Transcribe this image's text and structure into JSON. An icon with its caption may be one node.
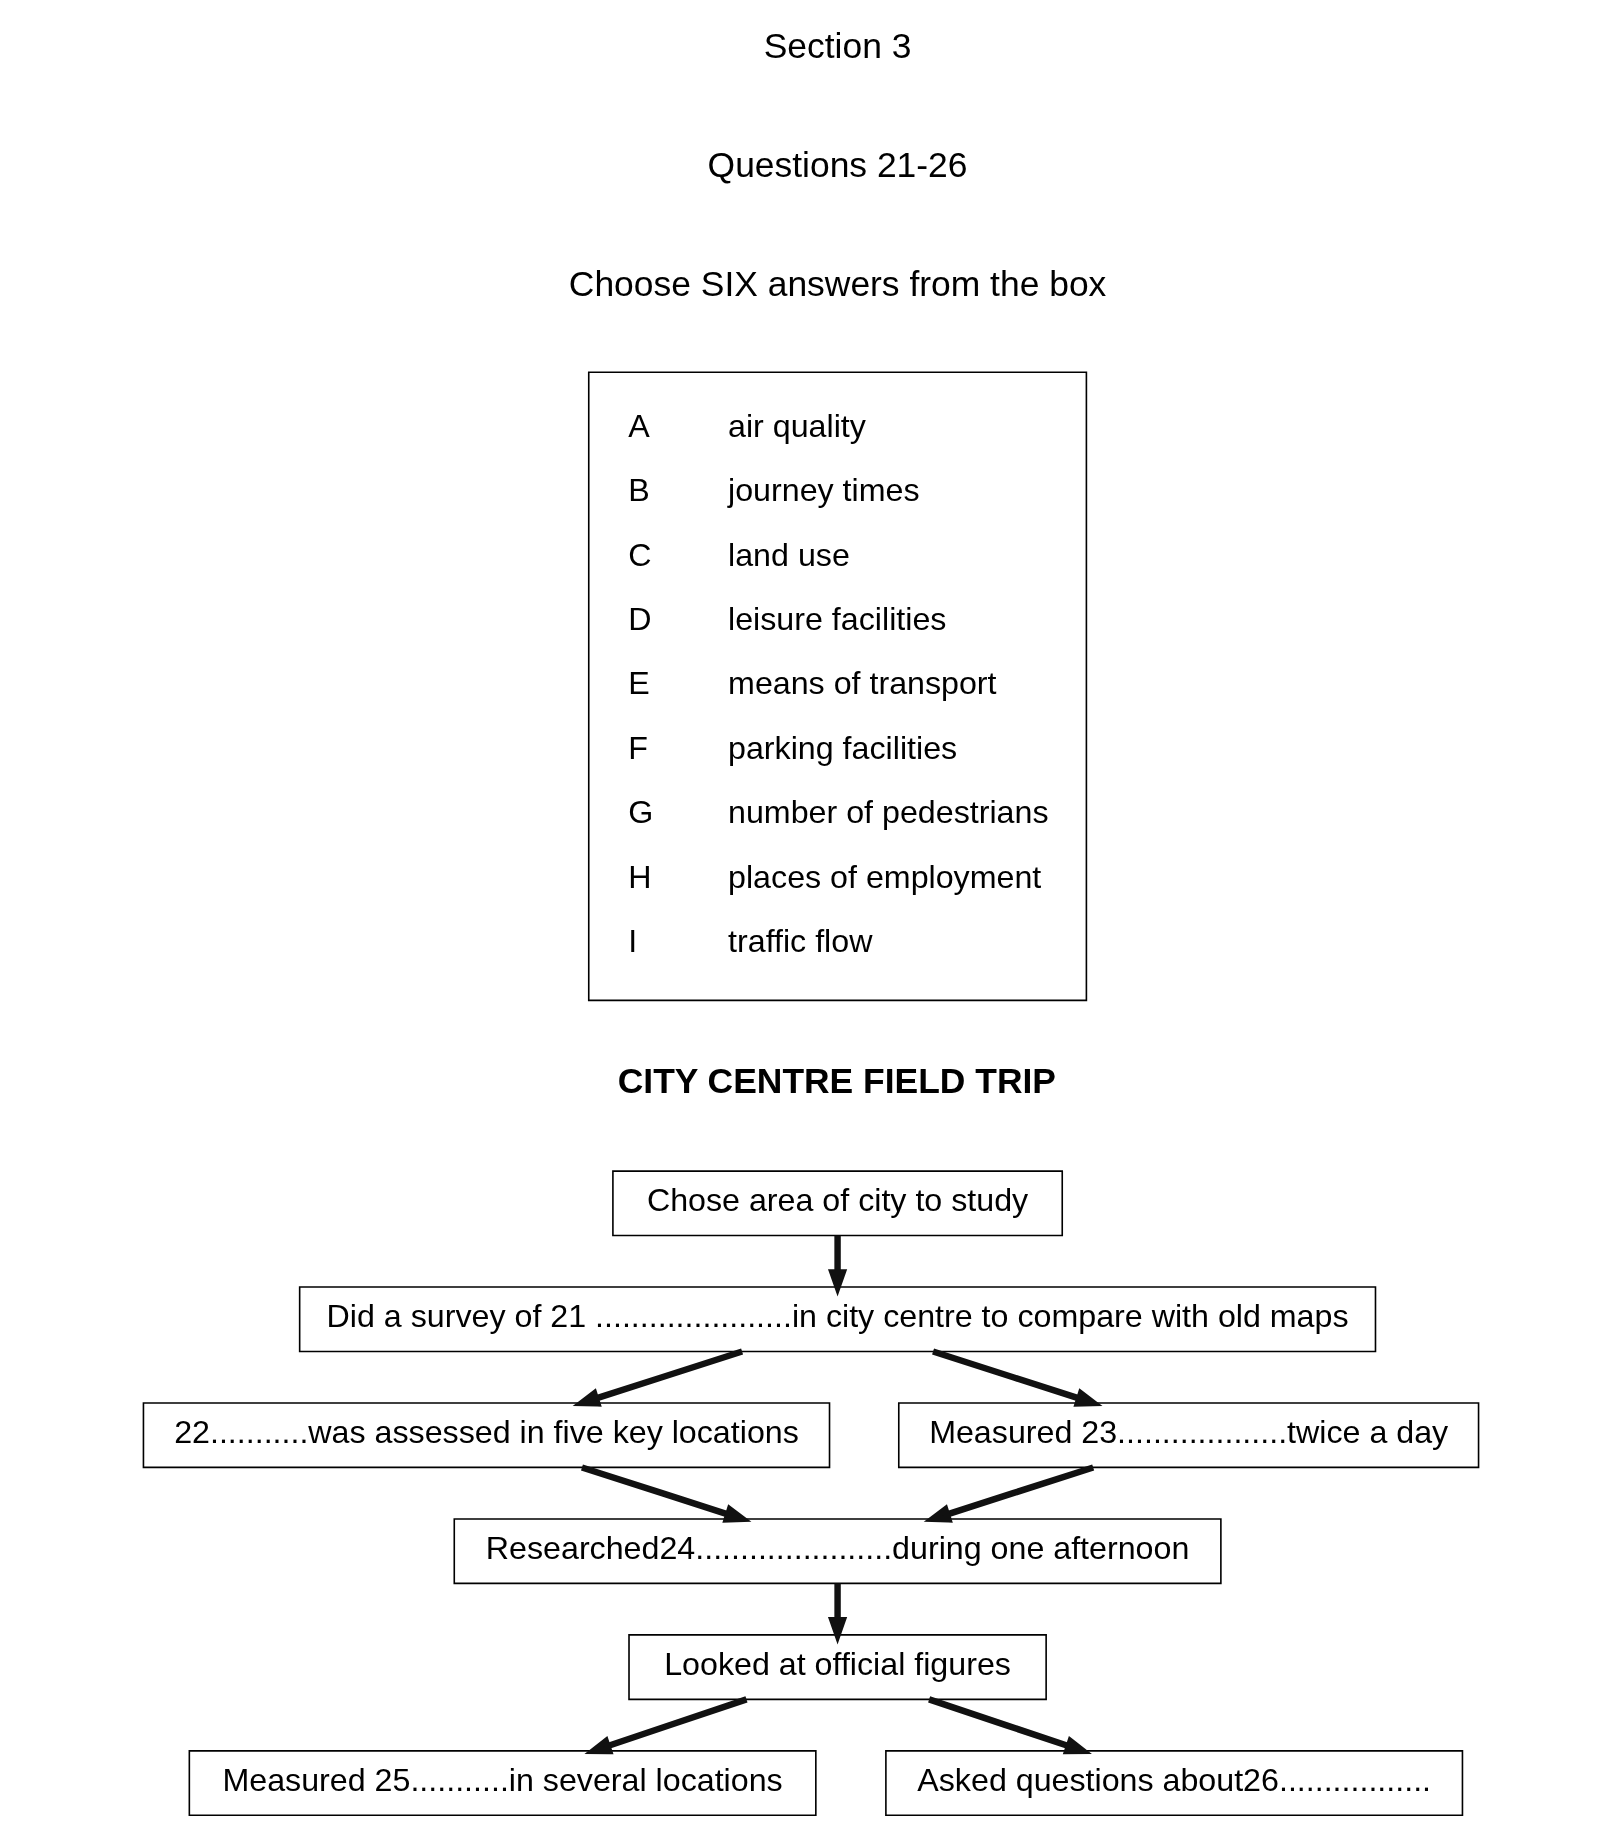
{
  "diagram": {
    "nodes": [
      {
        "text": [
          "A",
          "air quality",
          "B",
          "journey times",
          "C",
          "land use",
          "D",
          "leisure facilities",
          "E",
          "means of transport",
          "F",
          "parking facilities",
          "G",
          "number of pedestrians",
          "H",
          "places of employment",
          "I",
          "traffic flow"
        ]
      },
      {
        "text": [
          "Chose area of city to study"
        ]
      },
      {
        "text": [
          "Did a survey of 21 ......................in city centre to compare with old maps"
        ]
      },
      {
        "text": [
          "22...........was assessed in five key locations"
        ]
      },
      {
        "text": [
          "Measured 23...................twice a day"
        ]
      },
      {
        "text": [
          "Researched24......................during one afternoon"
        ]
      },
      {
        "text": [
          "Looked at official figures"
        ]
      },
      {
        "text": [
          "Measured 25...........in several locations"
        ]
      },
      {
        "text": [
          "Asked questions about26................."
        ]
      }
    ],
    "edges": [
      {
        "from": 1,
        "to": 2,
        "arrow": "to"
      },
      {
        "from": 2,
        "to": 3,
        "arrow": "to"
      },
      {
        "from": 2,
        "to": 4,
        "arrow": "to"
      },
      {
        "from": 3,
        "to": 5,
        "arrow": "to"
      },
      {
        "from": 4,
        "to": 5,
        "arrow": "to"
      },
      {
        "from": 5,
        "to": 6,
        "arrow": "to"
      },
      {
        "from": 6,
        "to": 7,
        "arrow": "to"
      },
      {
        "from": 6,
        "to": 8,
        "arrow": "to"
      }
    ],
    "labels": [
      "Section 3",
      "Questions 21-26",
      "Choose SIX answers from the box",
      "CITY CENTRE FIELD TRIP"
    ]
  }
}
